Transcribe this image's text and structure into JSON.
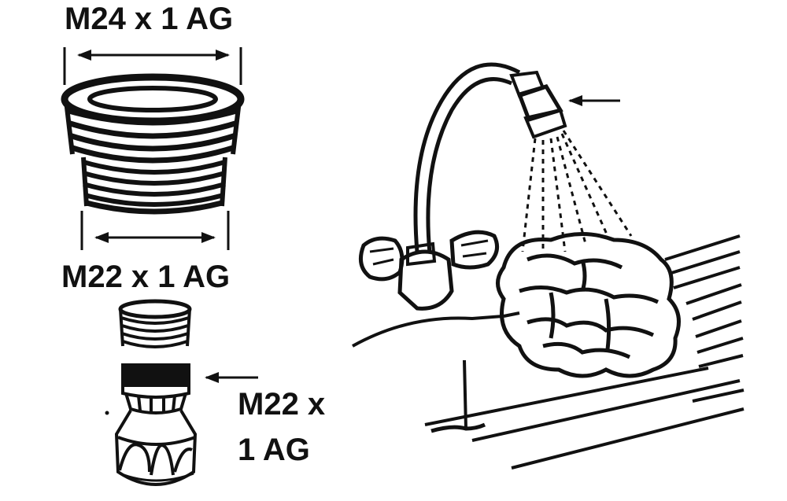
{
  "labels": {
    "top_thread": "M24 x 1 AG",
    "middle_thread": "M22 x 1 AG",
    "aerator_line1": "M22 x",
    "aerator_line2": "1 AG"
  },
  "colors": {
    "ink": "#111111",
    "background": "#ffffff"
  }
}
